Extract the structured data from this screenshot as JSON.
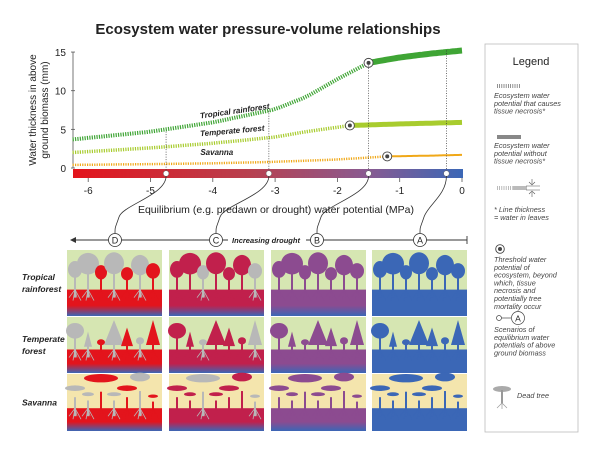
{
  "title": "Ecosystem water pressure-volume relationships",
  "chart_data": {
    "type": "line",
    "title": "Ecosystem water pressure-volume relationships",
    "ylabel_line1": "Water thickness in above",
    "ylabel_line2": "ground biomass (mm)",
    "xlabel": "Equilibrium (e.g. predawn or drought) water potential (MPa)",
    "xlim": [
      -6.25,
      0
    ],
    "ylim": [
      0,
      15
    ],
    "x_ticks": [
      "-6",
      "-5",
      "-4",
      "-3",
      "-2",
      "-1",
      "0"
    ],
    "y_ticks": [
      "0",
      "5",
      "10",
      "15"
    ],
    "series": [
      {
        "name": "Tropical rainforest",
        "color": "#3fa535",
        "threshold_x": -1.5,
        "points": [
          [
            -6.25,
            3.7
          ],
          [
            -5,
            4.7
          ],
          [
            -4,
            5.9
          ],
          [
            -3,
            7.6
          ],
          [
            -2.5,
            9.2
          ],
          [
            -2,
            11.5
          ],
          [
            -1.5,
            13.6
          ],
          [
            -1,
            14.3
          ],
          [
            -0.5,
            14.8
          ],
          [
            0,
            15.2
          ]
        ]
      },
      {
        "name": "Temperate forest",
        "color": "#a8cc2e",
        "threshold_x": -1.8,
        "points": [
          [
            -6.25,
            2.0
          ],
          [
            -5,
            2.6
          ],
          [
            -4,
            3.2
          ],
          [
            -3,
            4.0
          ],
          [
            -2.5,
            4.7
          ],
          [
            -1.8,
            5.5
          ],
          [
            -1,
            5.7
          ],
          [
            0,
            5.9
          ]
        ]
      },
      {
        "name": "Savanna",
        "color": "#f0a818",
        "threshold_x": -1.2,
        "points": [
          [
            -6.25,
            0.4
          ],
          [
            -5,
            0.5
          ],
          [
            -4,
            0.6
          ],
          [
            -3,
            0.8
          ],
          [
            -2,
            1.1
          ],
          [
            -1.2,
            1.5
          ],
          [
            -0.5,
            1.6
          ],
          [
            0,
            1.7
          ]
        ]
      }
    ],
    "scenarios": [
      {
        "label": "D",
        "x": -4.75
      },
      {
        "label": "C",
        "x": -3.1
      },
      {
        "label": "B",
        "x": -1.5
      },
      {
        "label": "A",
        "x": -0.25
      }
    ]
  },
  "drought_label": "Increasing drought",
  "rows": [
    "Tropical rainforest",
    "Temperate forest",
    "Savanna"
  ],
  "row_labels": [
    [
      "Tropical",
      "rainforest"
    ],
    [
      "Temperate",
      "forest"
    ],
    [
      "Savanna"
    ]
  ],
  "column_colors": [
    "#e3141c",
    "#c1204c",
    "#8c4b90",
    "#3b67b6"
  ],
  "legend": {
    "title": "Legend",
    "items": [
      [
        "Ecosystem water",
        "potential that causes",
        "tissue necrosis*"
      ],
      [
        "Ecosystem water",
        "potential without",
        "tissue necrosis*"
      ],
      [
        "* Line thickness",
        "= water in leaves"
      ],
      [
        "Threshold  water",
        "potential of",
        "ecosystem, beyond",
        "which, tissue",
        "necrosis and",
        "potentially tree",
        "mortality occur"
      ],
      [
        "Scenarios of",
        "equilibrium water",
        "potentials of above",
        "ground biomass"
      ],
      [
        "Dead tree"
      ]
    ],
    "scenario_symbol": "A"
  }
}
